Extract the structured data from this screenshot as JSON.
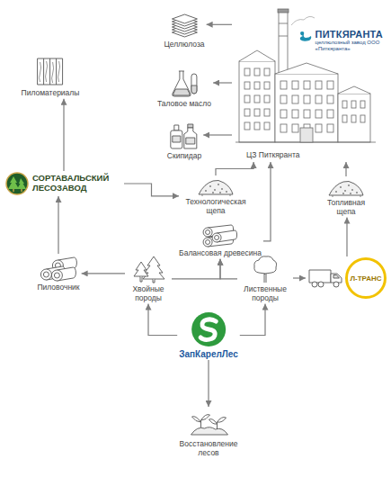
{
  "diagram": {
    "nodes": [
      {
        "text": [
          "Целлюлоза"
        ]
      },
      {
        "text": [
          "Таловое масло"
        ]
      },
      {
        "text": [
          "Скипидар"
        ]
      },
      {
        "text": [
          "Пиломатериалы"
        ]
      },
      {
        "text": [
          "ПИТКЯРАНТА",
          "целлюлозный завод ООО «Питкяранта»",
          "ЦЗ Питкяранта"
        ]
      },
      {
        "text": [
          "СОРТАВАЛЬСКИЙ ЛЕСОЗАВОД"
        ]
      },
      {
        "text": [
          "Технологическая щепа"
        ]
      },
      {
        "text": [
          "Топливная щепа"
        ]
      },
      {
        "text": [
          "Балансовая древесина"
        ]
      },
      {
        "text": [
          "Пиловочник"
        ]
      },
      {
        "text": [
          "Хвойные породы"
        ]
      },
      {
        "text": [
          "Лиственные породы"
        ]
      },
      {
        "text": [
          "Л-ТРАНС"
        ]
      },
      {
        "text": [
          "ЗапКарелЛес"
        ]
      },
      {
        "text": [
          "Восстановление лесов"
        ]
      }
    ],
    "edges": [
      {
        "from": 13,
        "to": 10,
        "arrow": "to"
      },
      {
        "from": 13,
        "to": 11,
        "arrow": "to"
      },
      {
        "from": 13,
        "to": 14,
        "arrow": "to"
      },
      {
        "from": 10,
        "to": 9,
        "arrow": "to"
      },
      {
        "from": 10,
        "to": 8,
        "arrow": "to"
      },
      {
        "from": 11,
        "to": 8,
        "arrow": "to"
      },
      {
        "from": 9,
        "to": 5,
        "arrow": "to"
      },
      {
        "from": 5,
        "to": 3,
        "arrow": "to"
      },
      {
        "from": 5,
        "to": 6,
        "arrow": "to"
      },
      {
        "from": 6,
        "to": 4,
        "arrow": "to"
      },
      {
        "from": 8,
        "to": 4,
        "arrow": "to"
      },
      {
        "from": 11,
        "to": 12,
        "arrow": "to"
      },
      {
        "from": 12,
        "to": 7,
        "arrow": "to"
      },
      {
        "from": 7,
        "to": 4,
        "arrow": "to"
      },
      {
        "from": 4,
        "to": 0,
        "arrow": "to"
      },
      {
        "from": 4,
        "to": 1,
        "arrow": "to"
      },
      {
        "from": 4,
        "to": 2,
        "arrow": "to"
      }
    ]
  }
}
